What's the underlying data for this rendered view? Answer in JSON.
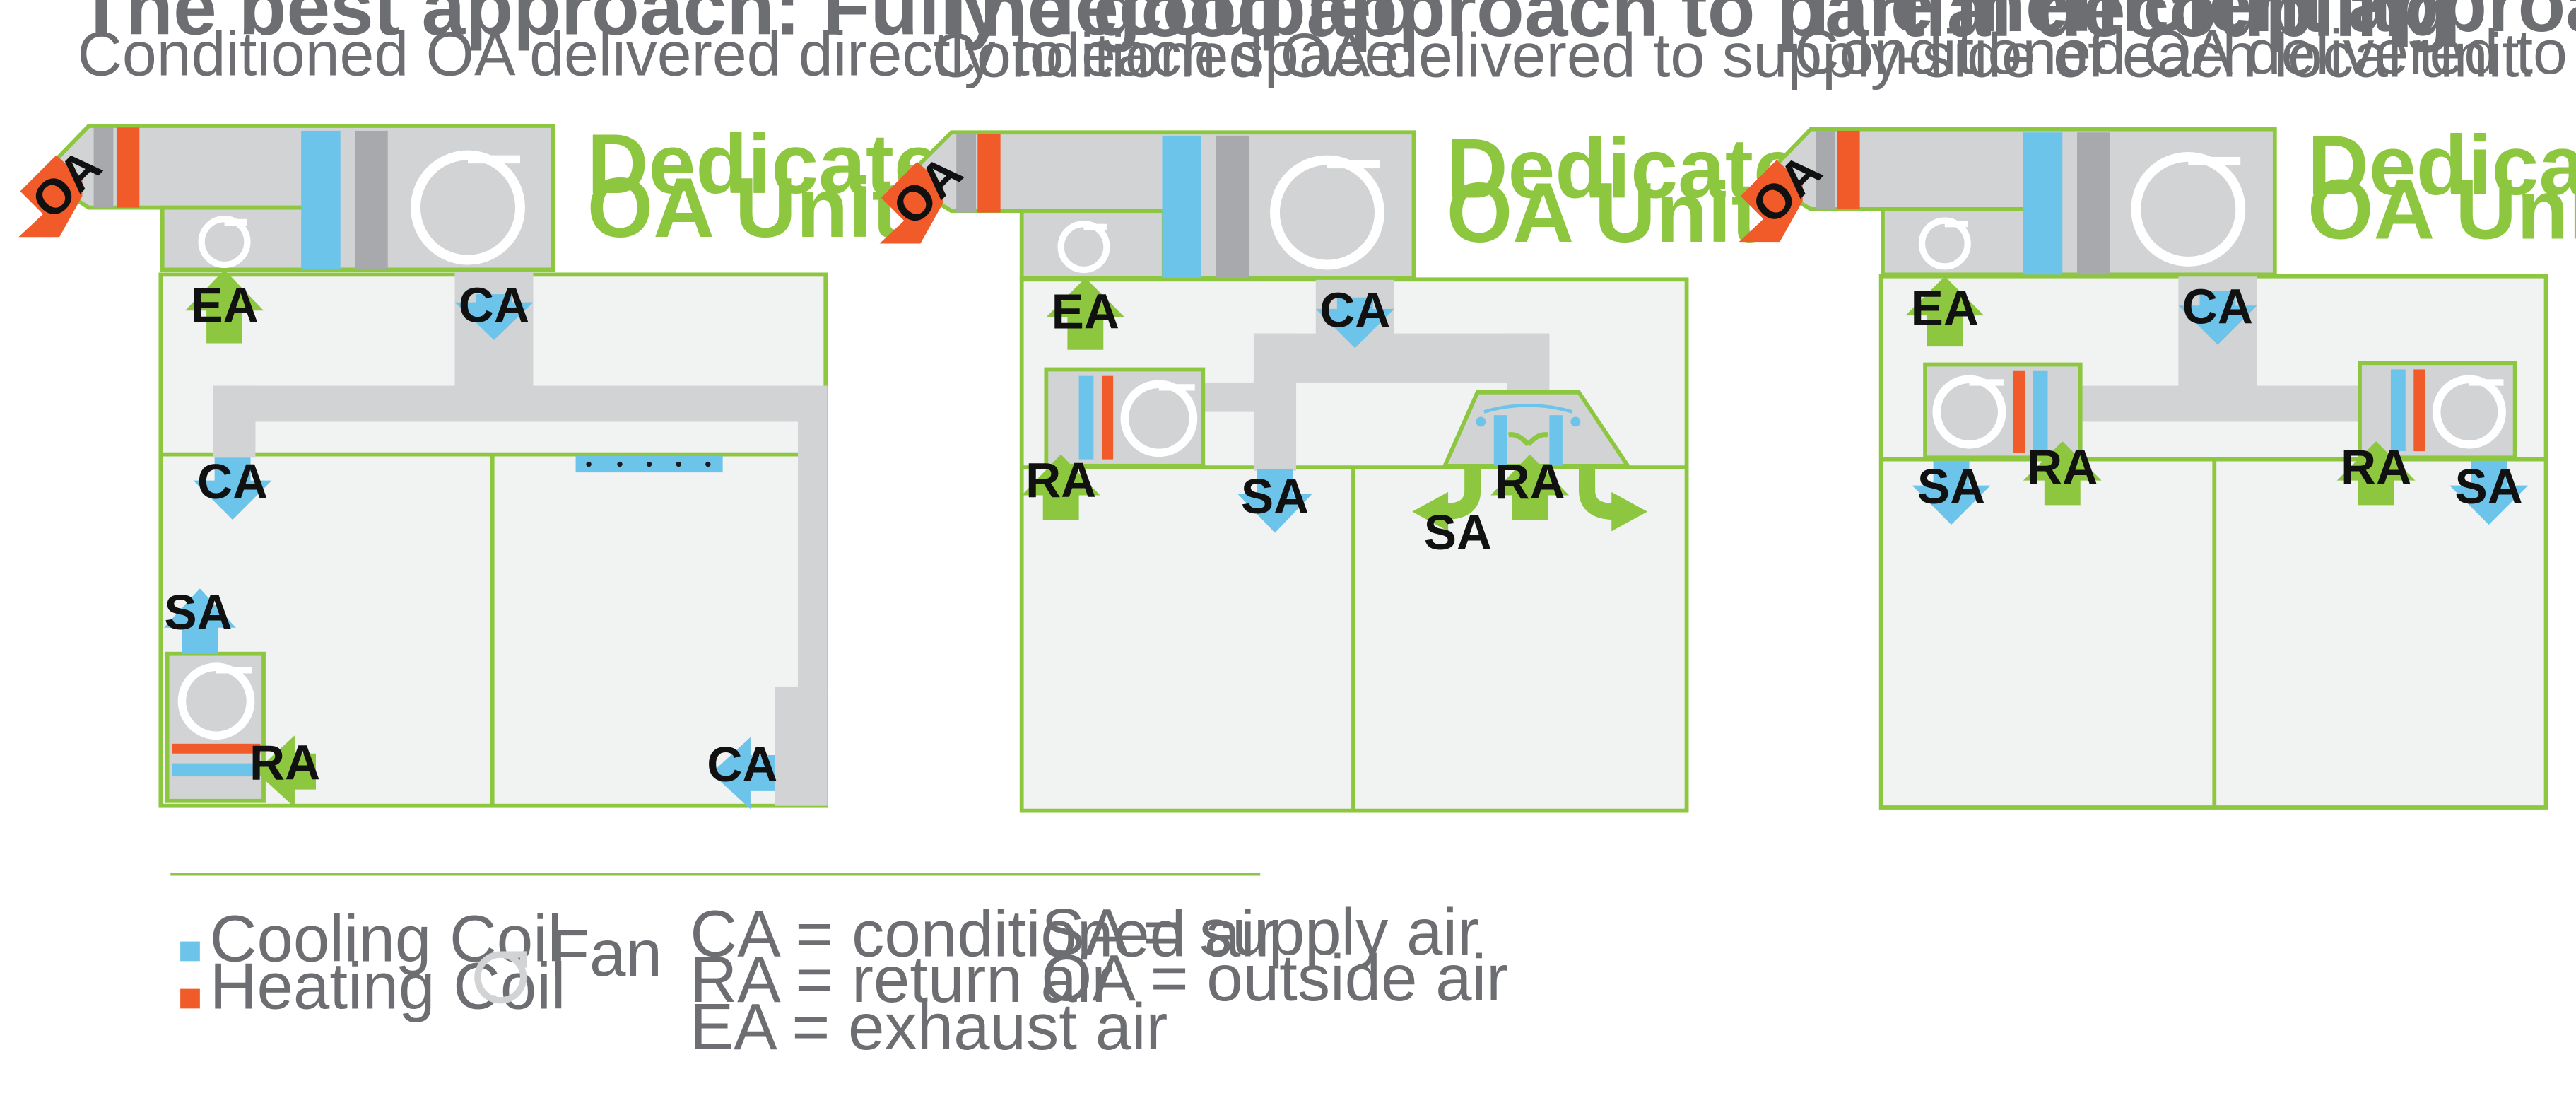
{
  "colors": {
    "green": "#8dc63f",
    "cooling_coil": "#6cc4ea",
    "heating_coil": "#f15a29",
    "duct": "#d1d3d4",
    "room": "#f1f2f2",
    "filter": "#a7a9ac",
    "text_gray": "#6d6e71"
  },
  "panels": [
    {
      "title": "The best approach: Fully decoupled",
      "subtitle": "Conditioned OA delivered directly to each space.",
      "unit_label_line1": "Dedicated",
      "unit_label_line2": "OA Unit",
      "labels": {
        "oa": "OA",
        "ea": "EA",
        "ca_main": "CA",
        "ca_branch": "CA",
        "sa": "SA",
        "ra": "RA",
        "ca_right": "CA"
      }
    },
    {
      "title": "The good approach to partial decoupling",
      "subtitle": "Conditioned OA delivered to supply-side of each local unit.",
      "unit_label_line1": "Dedicated",
      "unit_label_line2": "OA Unit",
      "labels": {
        "oa": "OA",
        "ea": "EA",
        "ca_main": "CA",
        "ra_left": "RA",
        "sa_left": "SA",
        "ra_right": "RA",
        "sa_right": "SA"
      }
    },
    {
      "title": "The inefficient approach to partial decoupling",
      "subtitle": "Conditioned OA delivered to intake of each local unit.",
      "unit_label_line1": "Dedicated",
      "unit_label_line2": "OA Unit",
      "labels": {
        "oa": "OA",
        "ea": "EA",
        "ca_main": "CA",
        "sa_left": "SA",
        "ra_left": "RA",
        "ra_right": "RA",
        "sa_right": "SA"
      }
    }
  ],
  "legend": {
    "cooling_coil": "Cooling Coil",
    "heating_coil": "Heating Coil",
    "fan": "Fan",
    "ca": "CA = conditioned air",
    "ra": "RA = return air",
    "ea": "EA = exhaust air",
    "sa": "SA = supply air",
    "oa": "OA = outside air"
  }
}
